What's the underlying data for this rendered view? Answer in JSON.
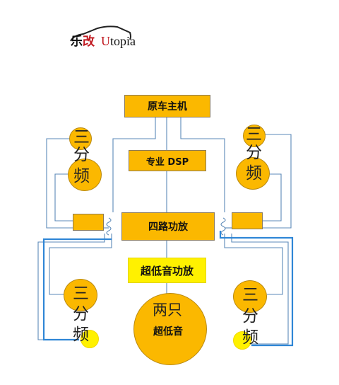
{
  "logo": {
    "mark": "乐",
    "mark_red": "改",
    "text_first": "U",
    "text_rest": "topia"
  },
  "diagram": {
    "head_unit": "原车主机",
    "dsp": "专业 DSP",
    "amp": "四路功放",
    "sub_amp": "超低音功放",
    "subwoofer_line1": "两只",
    "subwoofer_line2": "超低音",
    "crossover": {
      "char1": "三",
      "char2": "分",
      "char3": "频"
    }
  },
  "colors": {
    "accent": "#fbb800",
    "sub_amp_fill": "#fff100",
    "wire": "#5b89b8",
    "wire_bold": "#2f86d6",
    "brand_red": "#c0171e"
  }
}
